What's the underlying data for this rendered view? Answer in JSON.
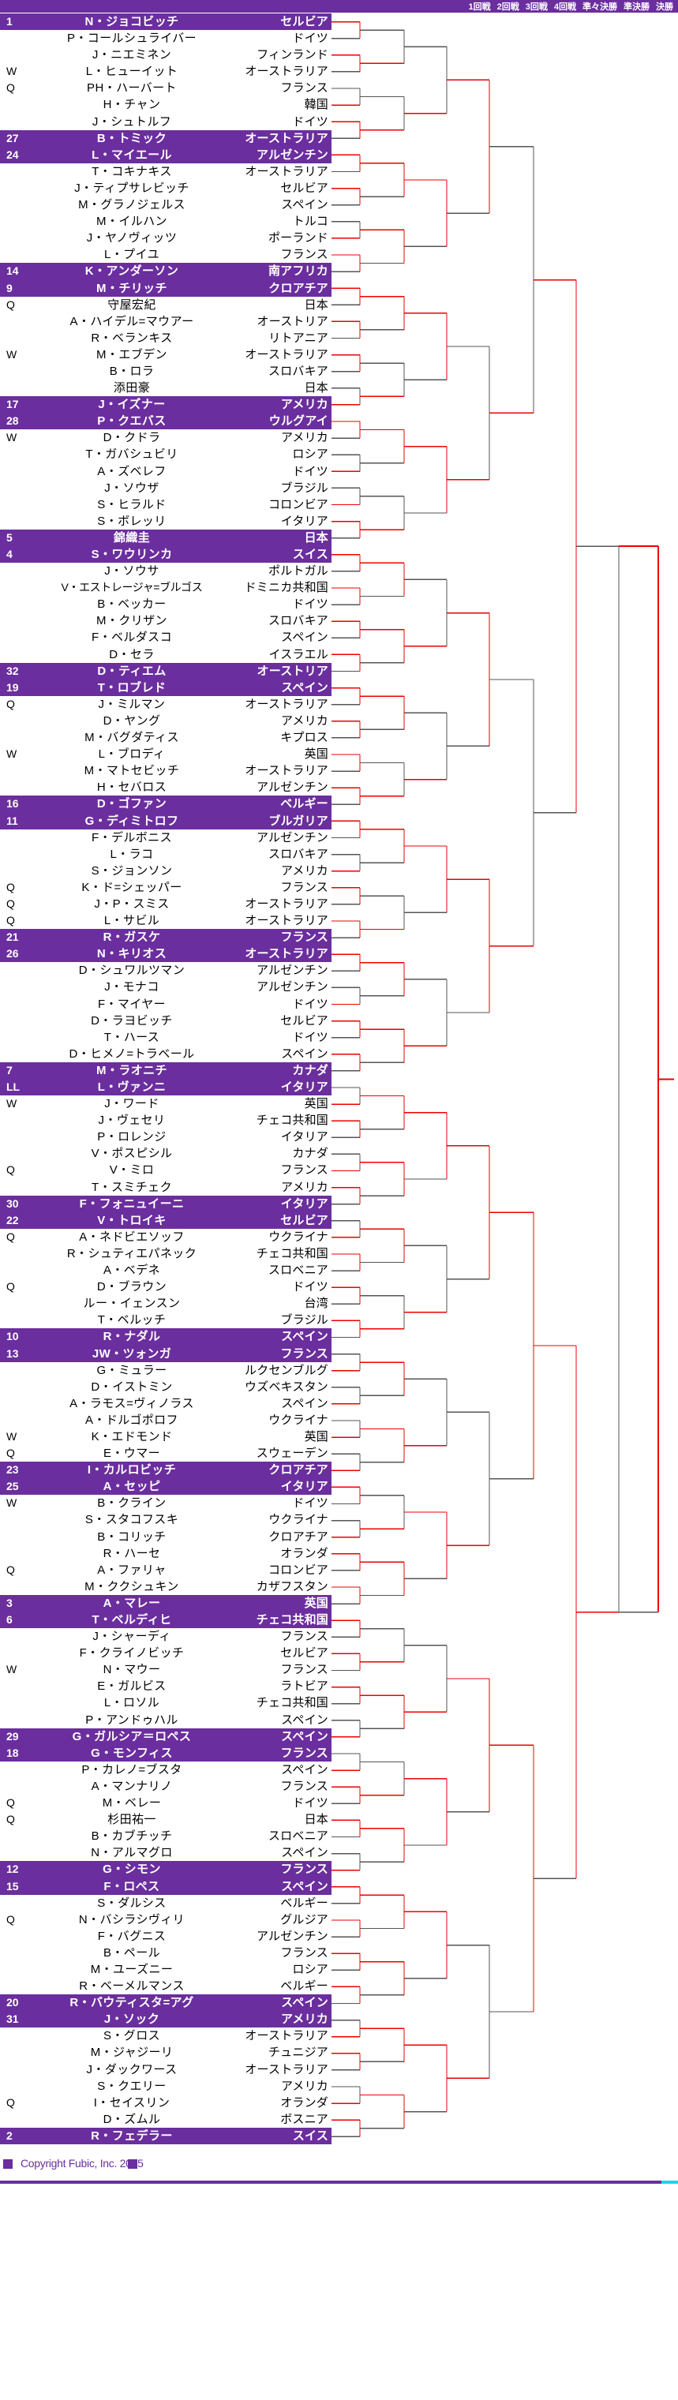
{
  "meta": {
    "tournament_chart": "tennis-draw-bracket",
    "accent_purple": "#6b2e9e",
    "winner_line": "#ee0000",
    "loser_line": "#555555"
  },
  "header": {
    "rounds": [
      "1回戦",
      "2回戦",
      "3回戦",
      "4回戦",
      "準々決勝",
      "準決勝",
      "決勝"
    ]
  },
  "footer": {
    "copyright": "Copyright  Fubic, Inc. 2015"
  },
  "draw": [
    {
      "seed": "1",
      "name": "N・ジョコビッチ",
      "country": "セルビア",
      "seeded": true
    },
    {
      "seed": "",
      "name": "P・コールシュライバー",
      "country": "ドイツ",
      "seeded": false
    },
    {
      "seed": "",
      "name": "J・ニエミネン",
      "country": "フィンランド",
      "seeded": false
    },
    {
      "seed": "W",
      "name": "L・ヒューイット",
      "country": "オーストラリア",
      "seeded": false
    },
    {
      "seed": "Q",
      "name": "PH・ハーバート",
      "country": "フランス",
      "seeded": false
    },
    {
      "seed": "",
      "name": "H・チャン",
      "country": "韓国",
      "seeded": false
    },
    {
      "seed": "",
      "name": "J・シュトルフ",
      "country": "ドイツ",
      "seeded": false
    },
    {
      "seed": "27",
      "name": "B・トミック",
      "country": "オーストラリア",
      "seeded": true
    },
    {
      "seed": "24",
      "name": "L・マイエール",
      "country": "アルゼンチン",
      "seeded": true
    },
    {
      "seed": "",
      "name": "T・コキナキス",
      "country": "オーストラリア",
      "seeded": false
    },
    {
      "seed": "",
      "name": "J・ティプサレビッチ",
      "country": "セルビア",
      "seeded": false
    },
    {
      "seed": "",
      "name": "M・グラノジェルス",
      "country": "スペイン",
      "seeded": false
    },
    {
      "seed": "",
      "name": "M・イルハン",
      "country": "トルコ",
      "seeded": false
    },
    {
      "seed": "",
      "name": "J・ヤノヴィッツ",
      "country": "ポーランド",
      "seeded": false
    },
    {
      "seed": "",
      "name": "L・プイユ",
      "country": "フランス",
      "seeded": false
    },
    {
      "seed": "14",
      "name": "K・アンダーソン",
      "country": "南アフリカ",
      "seeded": true
    },
    {
      "seed": "9",
      "name": "M・チリッチ",
      "country": "クロアチア",
      "seeded": true
    },
    {
      "seed": "Q",
      "name": "守屋宏紀",
      "country": "日本",
      "seeded": false
    },
    {
      "seed": "",
      "name": "A・ハイデル=マウアー",
      "country": "オーストリア",
      "seeded": false
    },
    {
      "seed": "",
      "name": "R・ベランキス",
      "country": "リトアニア",
      "seeded": false
    },
    {
      "seed": "W",
      "name": "M・エブデン",
      "country": "オーストラリア",
      "seeded": false
    },
    {
      "seed": "",
      "name": "B・ロラ",
      "country": "スロバキア",
      "seeded": false
    },
    {
      "seed": "",
      "name": "添田豪",
      "country": "日本",
      "seeded": false
    },
    {
      "seed": "17",
      "name": "J・イズナー",
      "country": "アメリカ",
      "seeded": true
    },
    {
      "seed": "28",
      "name": "P・クエバス",
      "country": "ウルグアイ",
      "seeded": true
    },
    {
      "seed": "W",
      "name": "D・クドラ",
      "country": "アメリカ",
      "seeded": false
    },
    {
      "seed": "",
      "name": "T・ガバシュビリ",
      "country": "ロシア",
      "seeded": false
    },
    {
      "seed": "",
      "name": "A・ズベレフ",
      "country": "ドイツ",
      "seeded": false
    },
    {
      "seed": "",
      "name": "J・ソウザ",
      "country": "ブラジル",
      "seeded": false
    },
    {
      "seed": "",
      "name": "S・ヒラルド",
      "country": "コロンビア",
      "seeded": false
    },
    {
      "seed": "",
      "name": "S・ボレッリ",
      "country": "イタリア",
      "seeded": false
    },
    {
      "seed": "5",
      "name": "錦織圭",
      "country": "日本",
      "seeded": true
    },
    {
      "seed": "4",
      "name": "S・ワウリンカ",
      "country": "スイス",
      "seeded": true
    },
    {
      "seed": "",
      "name": "J・ソウサ",
      "country": "ポルトガル",
      "seeded": false
    },
    {
      "seed": "",
      "name": "V・エストレージャ=ブルゴス",
      "country": "ドミニカ共和国",
      "seeded": false
    },
    {
      "seed": "",
      "name": "B・ベッカー",
      "country": "ドイツ",
      "seeded": false
    },
    {
      "seed": "",
      "name": "M・クリザン",
      "country": "スロバキア",
      "seeded": false
    },
    {
      "seed": "",
      "name": "F・ベルダスコ",
      "country": "スペイン",
      "seeded": false
    },
    {
      "seed": "",
      "name": "D・セラ",
      "country": "イスラエル",
      "seeded": false
    },
    {
      "seed": "32",
      "name": "D・ティエム",
      "country": "オーストリア",
      "seeded": true
    },
    {
      "seed": "19",
      "name": "T・ロブレド",
      "country": "スペイン",
      "seeded": true
    },
    {
      "seed": "Q",
      "name": "J・ミルマン",
      "country": "オーストラリア",
      "seeded": false
    },
    {
      "seed": "",
      "name": "D・ヤング",
      "country": "アメリカ",
      "seeded": false
    },
    {
      "seed": "",
      "name": "M・バグダティス",
      "country": "キプロス",
      "seeded": false
    },
    {
      "seed": "W",
      "name": "L・ブロディ",
      "country": "英国",
      "seeded": false
    },
    {
      "seed": "",
      "name": "M・マトセビッチ",
      "country": "オーストラリア",
      "seeded": false
    },
    {
      "seed": "",
      "name": "H・セバロス",
      "country": "アルゼンチン",
      "seeded": false
    },
    {
      "seed": "16",
      "name": "D・ゴファン",
      "country": "ベルギー",
      "seeded": true
    },
    {
      "seed": "11",
      "name": "G・ディミトロフ",
      "country": "ブルガリア",
      "seeded": true
    },
    {
      "seed": "",
      "name": "F・デルボニス",
      "country": "アルゼンチン",
      "seeded": false
    },
    {
      "seed": "",
      "name": "L・ラコ",
      "country": "スロバキア",
      "seeded": false
    },
    {
      "seed": "",
      "name": "S・ジョンソン",
      "country": "アメリカ",
      "seeded": false
    },
    {
      "seed": "Q",
      "name": "K・ド=シェッパー",
      "country": "フランス",
      "seeded": false
    },
    {
      "seed": "Q",
      "name": "J・P・スミス",
      "country": "オーストラリア",
      "seeded": false
    },
    {
      "seed": "Q",
      "name": "L・サビル",
      "country": "オーストラリア",
      "seeded": false
    },
    {
      "seed": "21",
      "name": "R・ガスケ",
      "country": "フランス",
      "seeded": true
    },
    {
      "seed": "26",
      "name": "N・キリオス",
      "country": "オーストラリア",
      "seeded": true
    },
    {
      "seed": "",
      "name": "D・シュワルツマン",
      "country": "アルゼンチン",
      "seeded": false
    },
    {
      "seed": "",
      "name": "J・モナコ",
      "country": "アルゼンチン",
      "seeded": false
    },
    {
      "seed": "",
      "name": "F・マイヤー",
      "country": "ドイツ",
      "seeded": false
    },
    {
      "seed": "",
      "name": "D・ラヨビッチ",
      "country": "セルビア",
      "seeded": false
    },
    {
      "seed": "",
      "name": "T・ハース",
      "country": "ドイツ",
      "seeded": false
    },
    {
      "seed": "",
      "name": "D・ヒメノ=トラベール",
      "country": "スペイン",
      "seeded": false
    },
    {
      "seed": "7",
      "name": "M・ラオニチ",
      "country": "カナダ",
      "seeded": true
    },
    {
      "seed": "LL",
      "name": "L・ヴァンニ",
      "country": "イタリア",
      "seeded": true
    },
    {
      "seed": "W",
      "name": "J・ワード",
      "country": "英国",
      "seeded": false
    },
    {
      "seed": "",
      "name": "J・ヴェセリ",
      "country": "チェコ共和国",
      "seeded": false
    },
    {
      "seed": "",
      "name": "P・ロレンジ",
      "country": "イタリア",
      "seeded": false
    },
    {
      "seed": "",
      "name": "V・ポスピシル",
      "country": "カナダ",
      "seeded": false
    },
    {
      "seed": "Q",
      "name": "V・ミロ",
      "country": "フランス",
      "seeded": false
    },
    {
      "seed": "",
      "name": "T・スミチェク",
      "country": "アメリカ",
      "seeded": false
    },
    {
      "seed": "30",
      "name": "F・フォニュイーニ",
      "country": "イタリア",
      "seeded": true
    },
    {
      "seed": "22",
      "name": "V・トロイキ",
      "country": "セルビア",
      "seeded": true
    },
    {
      "seed": "Q",
      "name": "A・ネドビエソッフ",
      "country": "ウクライナ",
      "seeded": false
    },
    {
      "seed": "",
      "name": "R・シュティエパネック",
      "country": "チェコ共和国",
      "seeded": false
    },
    {
      "seed": "",
      "name": "A・ベデネ",
      "country": "スロベニア",
      "seeded": false
    },
    {
      "seed": "Q",
      "name": "D・ブラウン",
      "country": "ドイツ",
      "seeded": false
    },
    {
      "seed": "",
      "name": "ルー・イェンスン",
      "country": "台湾",
      "seeded": false
    },
    {
      "seed": "",
      "name": "T・ベルッチ",
      "country": "ブラジル",
      "seeded": false
    },
    {
      "seed": "10",
      "name": "R・ナダル",
      "country": "スペイン",
      "seeded": true
    },
    {
      "seed": "13",
      "name": "JW・ツォンガ",
      "country": "フランス",
      "seeded": true
    },
    {
      "seed": "",
      "name": "G・ミュラー",
      "country": "ルクセンブルグ",
      "seeded": false
    },
    {
      "seed": "",
      "name": "D・イストミン",
      "country": "ウズベキスタン",
      "seeded": false
    },
    {
      "seed": "",
      "name": "A・ラモス=ヴィノラス",
      "country": "スペイン",
      "seeded": false
    },
    {
      "seed": "",
      "name": "A・ドルゴポロフ",
      "country": "ウクライナ",
      "seeded": false
    },
    {
      "seed": "W",
      "name": "K・エドモンド",
      "country": "英国",
      "seeded": false
    },
    {
      "seed": "Q",
      "name": "E・ウマー",
      "country": "スウェーデン",
      "seeded": false
    },
    {
      "seed": "23",
      "name": "I・カルロビッチ",
      "country": "クロアチア",
      "seeded": true
    },
    {
      "seed": "25",
      "name": "A・セッピ",
      "country": "イタリア",
      "seeded": true
    },
    {
      "seed": "W",
      "name": "B・クライン",
      "country": "ドイツ",
      "seeded": false
    },
    {
      "seed": "",
      "name": "S・スタコフスキ",
      "country": "ウクライナ",
      "seeded": false
    },
    {
      "seed": "",
      "name": "B・コリッチ",
      "country": "クロアチア",
      "seeded": false
    },
    {
      "seed": "",
      "name": "R・ハーセ",
      "country": "オランダ",
      "seeded": false
    },
    {
      "seed": "Q",
      "name": "A・ファリャ",
      "country": "コロンビア",
      "seeded": false
    },
    {
      "seed": "",
      "name": "M・ククシュキン",
      "country": "カザフスタン",
      "seeded": false
    },
    {
      "seed": "3",
      "name": "A・マレー",
      "country": "英国",
      "seeded": true
    },
    {
      "seed": "6",
      "name": "T・ベルディヒ",
      "country": "チェコ共和国",
      "seeded": true
    },
    {
      "seed": "",
      "name": "J・シャーディ",
      "country": "フランス",
      "seeded": false
    },
    {
      "seed": "",
      "name": "F・クライノビッチ",
      "country": "セルビア",
      "seeded": false
    },
    {
      "seed": "W",
      "name": "N・マウー",
      "country": "フランス",
      "seeded": false
    },
    {
      "seed": "",
      "name": "E・ガルビス",
      "country": "ラトビア",
      "seeded": false
    },
    {
      "seed": "",
      "name": "L・ロソル",
      "country": "チェコ共和国",
      "seeded": false
    },
    {
      "seed": "",
      "name": "P・アンドゥハル",
      "country": "スペイン",
      "seeded": false
    },
    {
      "seed": "29",
      "name": "G・ガルシア＝ロペス",
      "country": "スペイン",
      "seeded": true
    },
    {
      "seed": "18",
      "name": "G・モンフィス",
      "country": "フランス",
      "seeded": true
    },
    {
      "seed": "",
      "name": "P・カレノ=ブスタ",
      "country": "スペイン",
      "seeded": false
    },
    {
      "seed": "",
      "name": "A・マンナリノ",
      "country": "フランス",
      "seeded": false
    },
    {
      "seed": "Q",
      "name": "M・ベレー",
      "country": "ドイツ",
      "seeded": false
    },
    {
      "seed": "Q",
      "name": "杉田祐一",
      "country": "日本",
      "seeded": false
    },
    {
      "seed": "",
      "name": "B・カブチッチ",
      "country": "スロベニア",
      "seeded": false
    },
    {
      "seed": "",
      "name": "N・アルマグロ",
      "country": "スペイン",
      "seeded": false
    },
    {
      "seed": "12",
      "name": "G・シモン",
      "country": "フランス",
      "seeded": true
    },
    {
      "seed": "15",
      "name": "F・ロペス",
      "country": "スペイン",
      "seeded": true
    },
    {
      "seed": "",
      "name": "S・ダルシス",
      "country": "ベルギー",
      "seeded": false
    },
    {
      "seed": "Q",
      "name": "N・バシラシヴィリ",
      "country": "グルジア",
      "seeded": false
    },
    {
      "seed": "",
      "name": "F・バグニス",
      "country": "アルゼンチン",
      "seeded": false
    },
    {
      "seed": "",
      "name": "B・ペール",
      "country": "フランス",
      "seeded": false
    },
    {
      "seed": "",
      "name": "M・ユーズニー",
      "country": "ロシア",
      "seeded": false
    },
    {
      "seed": "",
      "name": "R・ベーメルマンス",
      "country": "ベルギー",
      "seeded": false
    },
    {
      "seed": "20",
      "name": "R・バウティスタ=アグ",
      "country": "スペイン",
      "seeded": true
    },
    {
      "seed": "31",
      "name": "J・ソック",
      "country": "アメリカ",
      "seeded": true
    },
    {
      "seed": "",
      "name": "S・グロス",
      "country": "オーストラリア",
      "seeded": false
    },
    {
      "seed": "",
      "name": "M・ジャジーリ",
      "country": "チュニジア",
      "seeded": false
    },
    {
      "seed": "",
      "name": "J・ダックワース",
      "country": "オーストラリア",
      "seeded": false
    },
    {
      "seed": "",
      "name": "S・クエリー",
      "country": "アメリカ",
      "seeded": false
    },
    {
      "seed": "Q",
      "name": "I・セイスリン",
      "country": "オランダ",
      "seeded": false
    },
    {
      "seed": "",
      "name": "D・ズムル",
      "country": "ボスニア",
      "seeded": false
    },
    {
      "seed": "2",
      "name": "R・フェデラー",
      "country": "スイス",
      "seeded": true
    }
  ],
  "bracket_lines": {
    "round1_winners": [
      0,
      2,
      5,
      6,
      8,
      10,
      13,
      14,
      16,
      18,
      20,
      23,
      24,
      27,
      29,
      30,
      32,
      34,
      36,
      38,
      40,
      42,
      44,
      46,
      48,
      51,
      52,
      54,
      56,
      59,
      60,
      62,
      65,
      66,
      69,
      70,
      73,
      74,
      76,
      78,
      81,
      83,
      85,
      87,
      88,
      91,
      92,
      94,
      96,
      98,
      100,
      103,
      105,
      106,
      108,
      111,
      112,
      114,
      116,
      118,
      121,
      122,
      125,
      126
    ],
    "note_red": "winner path",
    "note_gray": "loser path"
  }
}
